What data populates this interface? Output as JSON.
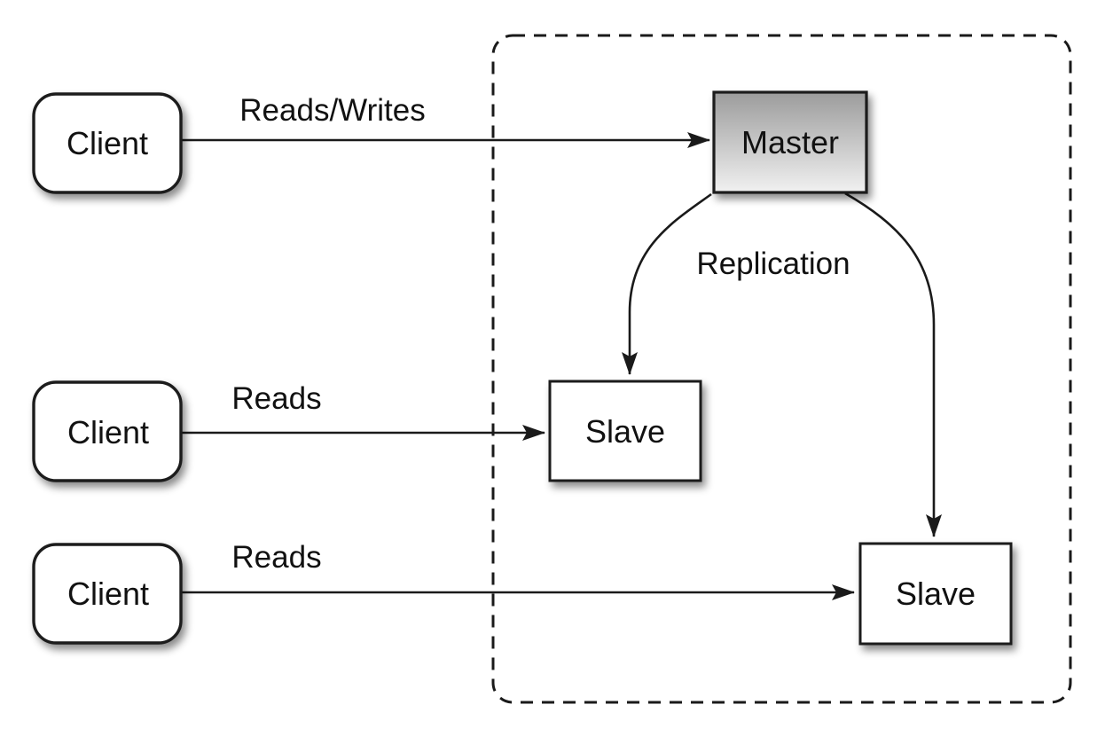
{
  "diagram": {
    "background": "#ffffff",
    "stroke_color": "#1a1a1a",
    "nodes": {
      "client_top": {
        "label": "Client",
        "fill": "#ffffff"
      },
      "client_middle": {
        "label": "Client",
        "fill": "#ffffff"
      },
      "client_bottom": {
        "label": "Client",
        "fill": "#ffffff"
      },
      "master": {
        "label": "Master",
        "gradient_top": "#9c9c9c",
        "gradient_bottom": "#f1f1f1"
      },
      "slave_middle": {
        "label": "Slave",
        "fill": "#ffffff"
      },
      "slave_bottom": {
        "label": "Slave",
        "fill": "#ffffff"
      }
    },
    "edges": {
      "client_top_to_master": {
        "label": "Reads/Writes"
      },
      "client_middle_to_slave": {
        "label": "Reads"
      },
      "client_bottom_to_slave": {
        "label": "Reads"
      },
      "master_to_slaves": {
        "label": "Replication"
      }
    }
  }
}
